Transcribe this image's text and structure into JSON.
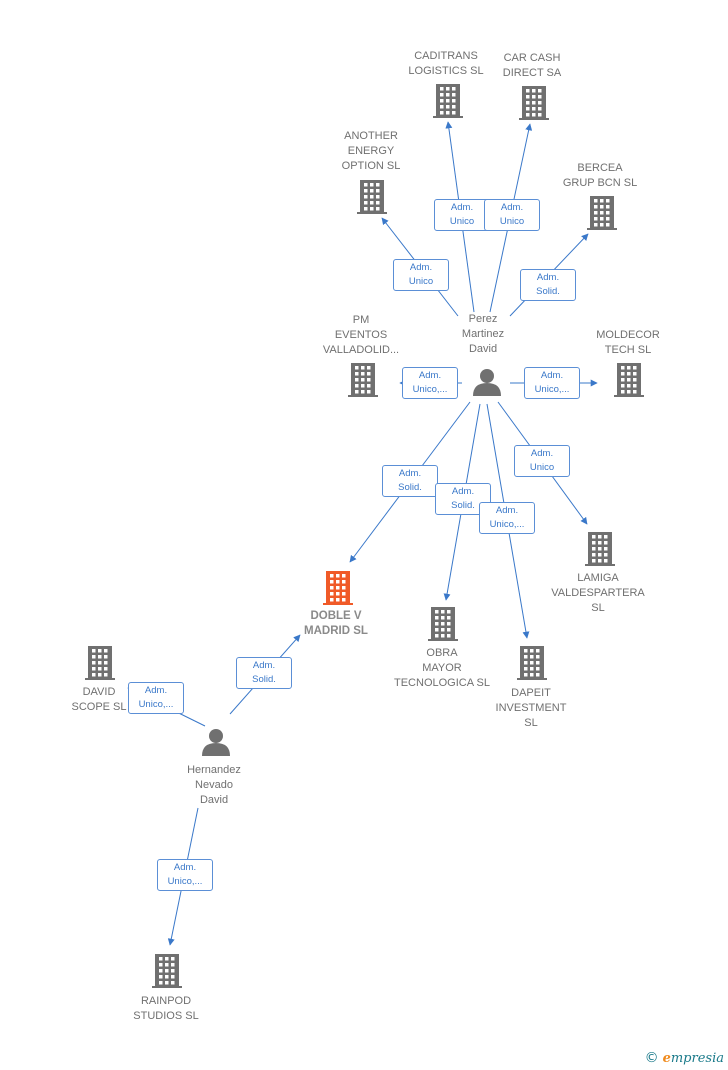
{
  "colors": {
    "company": "#707070",
    "main_company": "#f05a28",
    "person": "#707070",
    "edge": "#3a78c9",
    "edge_label_border": "#5b8fd6"
  },
  "nodes": [
    {
      "id": "caditrans",
      "type": "company",
      "label": "CADITRANS\nLOGISTICS SL"
    },
    {
      "id": "carcash",
      "type": "company",
      "label": "CAR CASH\nDIRECT SA"
    },
    {
      "id": "another",
      "type": "company",
      "label": "ANOTHER\nENERGY\nOPTION  SL"
    },
    {
      "id": "bercea",
      "type": "company",
      "label": "BERCEA\nGRUP BCN  SL"
    },
    {
      "id": "perez",
      "type": "person",
      "label": "Perez\nMartinez\nDavid"
    },
    {
      "id": "pm",
      "type": "company",
      "label": "PM\nEVENTOS\nVALLADOLID..."
    },
    {
      "id": "moldecor",
      "type": "company",
      "label": "MOLDECOR\nTECH  SL"
    },
    {
      "id": "doble",
      "type": "main",
      "label": "DOBLE V\nMADRID  SL"
    },
    {
      "id": "lamiga",
      "type": "company",
      "label": "LAMIGA\nVALDESPARTERA\nSL"
    },
    {
      "id": "obra",
      "type": "company",
      "label": "OBRA\nMAYOR\nTECNOLOGICA SL"
    },
    {
      "id": "dapeit",
      "type": "company",
      "label": "DAPEIT\nINVESTMENT\nSL"
    },
    {
      "id": "david",
      "type": "company",
      "label": "DAVID\nSCOPE  SL"
    },
    {
      "id": "hernandez",
      "type": "person",
      "label": "Hernandez\nNevado\nDavid"
    },
    {
      "id": "rainpod",
      "type": "company",
      "label": "RAINPOD\nSTUDIOS  SL"
    }
  ],
  "edges": [
    {
      "from": "perez",
      "to": "caditrans",
      "label": "Adm.\nUnico"
    },
    {
      "from": "perez",
      "to": "carcash",
      "label": "Adm.\nUnico"
    },
    {
      "from": "perez",
      "to": "another",
      "label": "Adm.\nUnico"
    },
    {
      "from": "perez",
      "to": "bercea",
      "label": "Adm.\nSolid."
    },
    {
      "from": "perez",
      "to": "pm",
      "label": "Adm.\nUnico,..."
    },
    {
      "from": "perez",
      "to": "moldecor",
      "label": "Adm.\nUnico,..."
    },
    {
      "from": "perez",
      "to": "lamiga",
      "label": "Adm.\nUnico"
    },
    {
      "from": "perez",
      "to": "doble",
      "label": "Adm.\nSolid."
    },
    {
      "from": "perez",
      "to": "obra",
      "label": "Adm.\nSolid."
    },
    {
      "from": "perez",
      "to": "dapeit",
      "label": "Adm.\nUnico,..."
    },
    {
      "from": "hernandez",
      "to": "doble",
      "label": "Adm.\nSolid."
    },
    {
      "from": "hernandez",
      "to": "david",
      "label": "Adm.\nUnico,..."
    },
    {
      "from": "hernandez",
      "to": "rainpod",
      "label": "Adm.\nUnico,..."
    }
  ],
  "footer": {
    "copyright_symbol": "©",
    "brand_initial": "e",
    "brand_rest": "mpresia"
  }
}
